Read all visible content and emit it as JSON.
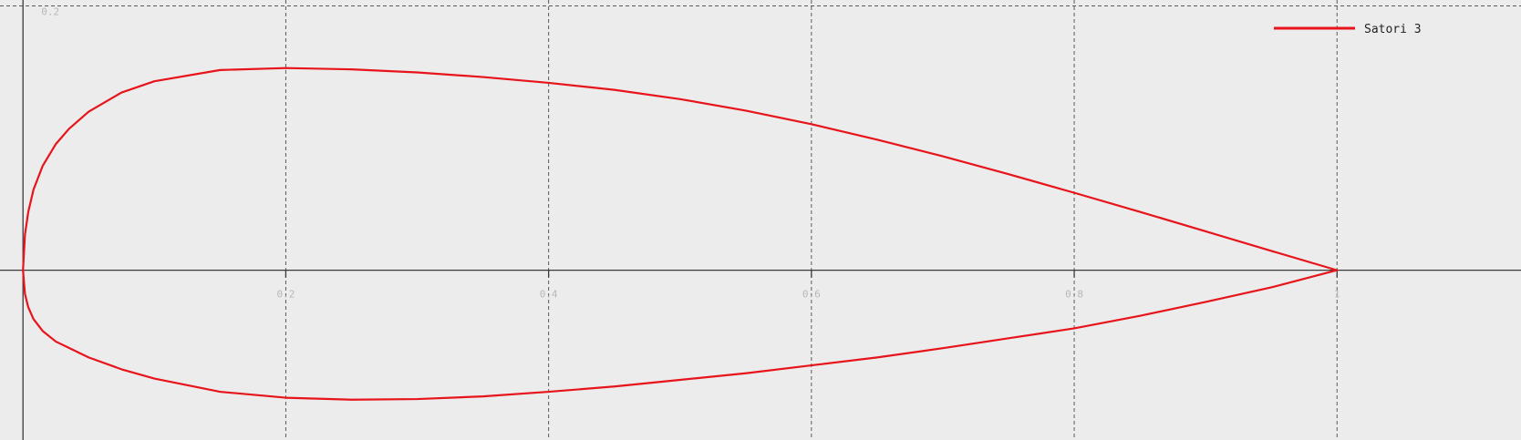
{
  "colors": {
    "background": "#ececec",
    "grid": "#5a5a5a",
    "axis": "#3a3a3a",
    "series": "#e8141b",
    "tick_text": "#b8b8b8"
  },
  "chart_data": {
    "type": "line",
    "title": "",
    "xlabel": "",
    "ylabel": "",
    "xlim": [
      -0.0175,
      1.14
    ],
    "ylim": [
      -0.1285,
      0.2045
    ],
    "aspect": "equal",
    "grid": true,
    "grid_style": "dashed",
    "legend_position": "top-right",
    "x_ticks": [
      0,
      0.2,
      0.4,
      0.6,
      0.8,
      1
    ],
    "x_tick_labels": [
      "",
      "0.2",
      "0.4",
      "0.6",
      "0.8",
      "1"
    ],
    "y_ticks": [
      0,
      0.2
    ],
    "y_tick_labels": [
      "",
      "0.2"
    ],
    "series": [
      {
        "name": "Satori 3",
        "color": "#e8141b",
        "x": [
          1.0,
          0.95,
          0.9,
          0.85,
          0.8,
          0.75,
          0.7,
          0.65,
          0.6,
          0.55,
          0.5,
          0.45,
          0.4,
          0.35,
          0.3,
          0.25,
          0.2,
          0.15,
          0.1,
          0.075,
          0.05,
          0.035,
          0.025,
          0.015,
          0.008,
          0.004,
          0.0015,
          0.0,
          0.0015,
          0.004,
          0.008,
          0.015,
          0.025,
          0.05,
          0.075,
          0.1,
          0.15,
          0.2,
          0.25,
          0.3,
          0.35,
          0.4,
          0.45,
          0.5,
          0.55,
          0.6,
          0.65,
          0.7,
          0.75,
          0.8,
          0.85,
          0.9,
          0.95,
          1.0
        ],
        "y": [
          0.0,
          0.0146,
          0.0294,
          0.0442,
          0.0586,
          0.0727,
          0.0862,
          0.0988,
          0.1105,
          0.1208,
          0.1295,
          0.1365,
          0.1418,
          0.1462,
          0.1497,
          0.152,
          0.153,
          0.1515,
          0.143,
          0.1345,
          0.12,
          0.107,
          0.0955,
          0.079,
          0.061,
          0.044,
          0.027,
          0.0,
          -0.018,
          -0.028,
          -0.037,
          -0.046,
          -0.054,
          -0.066,
          -0.075,
          -0.082,
          -0.092,
          -0.0965,
          -0.098,
          -0.0975,
          -0.0955,
          -0.092,
          -0.088,
          -0.083,
          -0.078,
          -0.072,
          -0.066,
          -0.059,
          -0.0515,
          -0.044,
          -0.0345,
          -0.024,
          -0.013,
          0.0
        ]
      }
    ]
  }
}
